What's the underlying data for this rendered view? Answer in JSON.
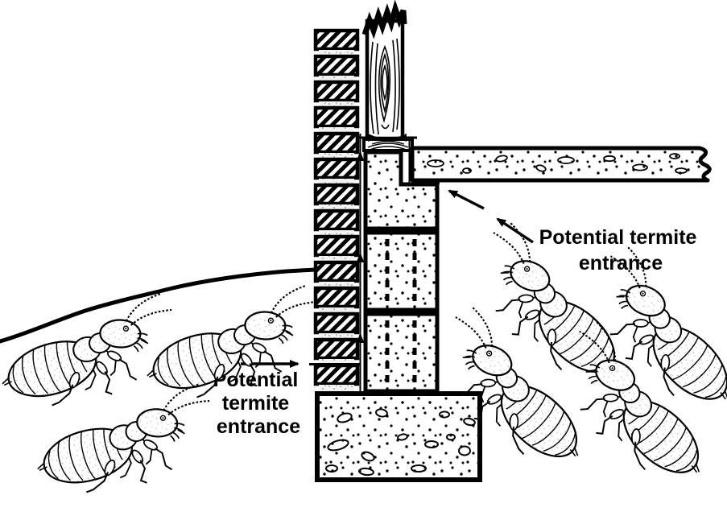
{
  "meta": {
    "background_color": "#ffffff",
    "ink_color": "#000000",
    "description": "Cross-section diagram of brick-veneer foundation wall, sill plate, slab and footing showing potential termite entrance points, with termites on both sides"
  },
  "labels": {
    "left": {
      "line1": "Potential",
      "line2": "termite",
      "line3": "entrance"
    },
    "right": {
      "line1": "Potential termite",
      "line2": "entrance"
    }
  },
  "termites": {
    "left_count": 3,
    "right_count": 4
  },
  "wall": {
    "brick_courses": 14
  }
}
